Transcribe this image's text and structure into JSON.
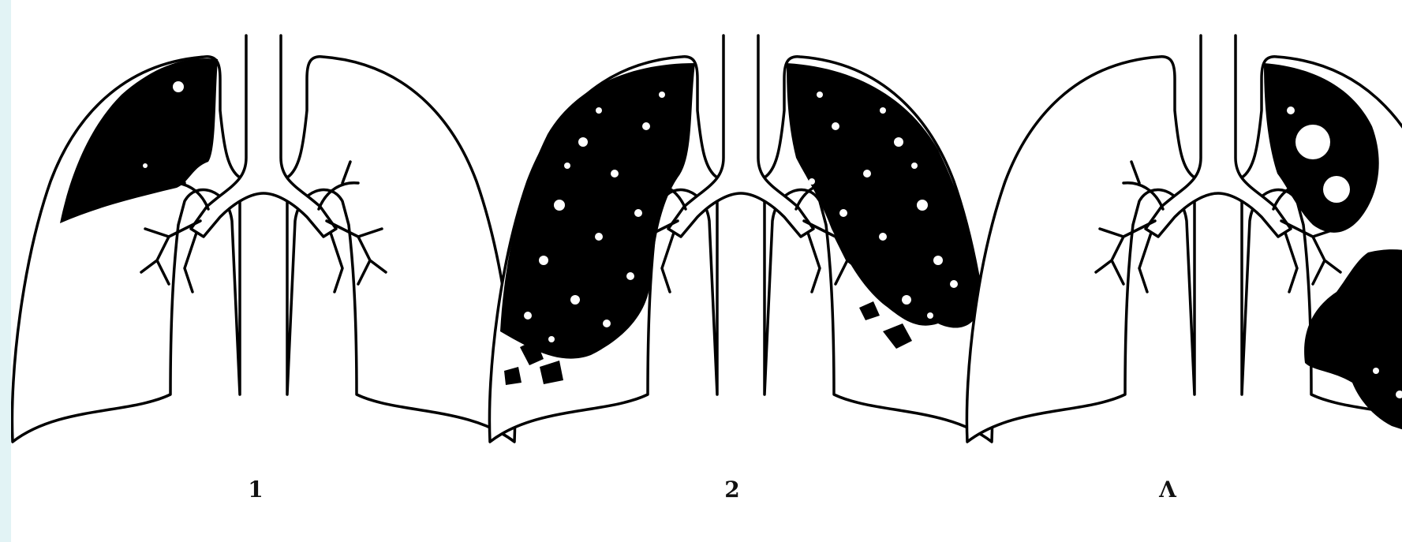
{
  "figures": [
    {
      "label": "1"
    },
    {
      "label": "2"
    },
    {
      "label": "Λ"
    }
  ]
}
